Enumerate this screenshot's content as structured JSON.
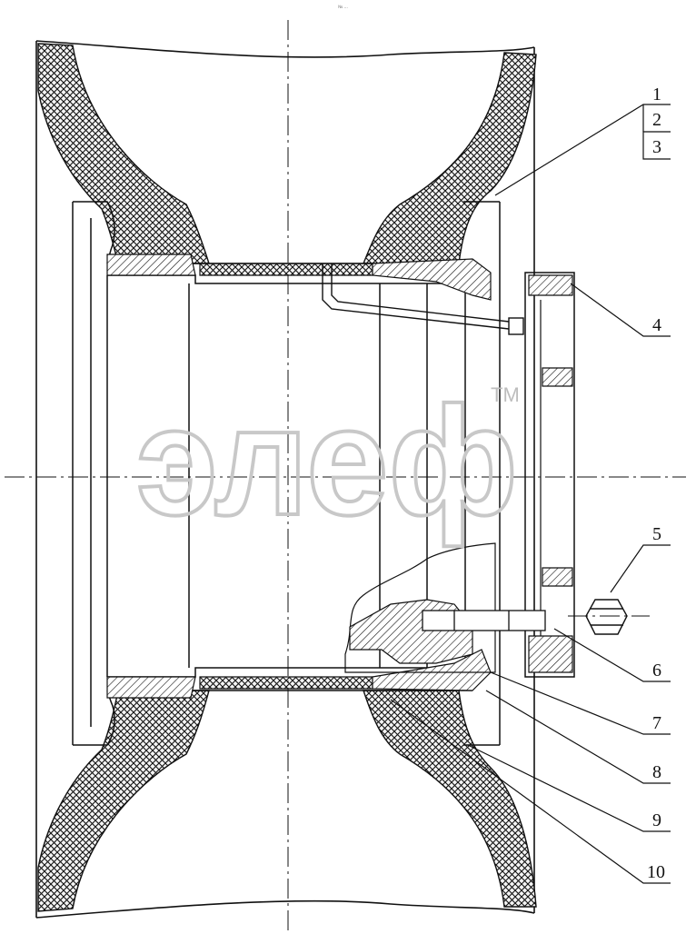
{
  "drawing": {
    "header_text": "№ ...",
    "watermark": {
      "logo_text": "элеф",
      "trademark": "TM"
    },
    "callouts": [
      "1",
      "2",
      "3",
      "4",
      "5",
      "6",
      "7",
      "8",
      "9",
      "10"
    ]
  }
}
